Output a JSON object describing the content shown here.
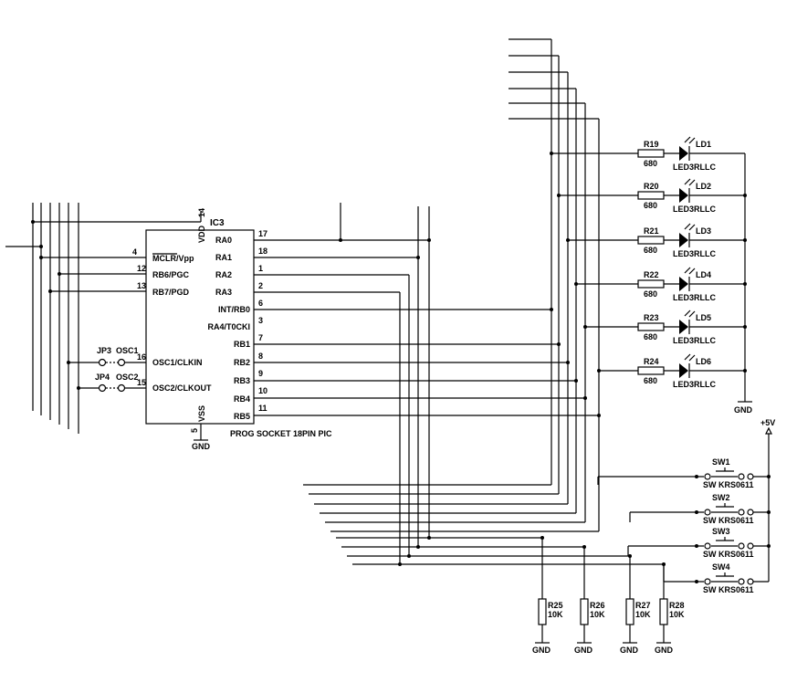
{
  "ic": {
    "ref": "IC3",
    "name": "PROG SOCKET 18PIN PIC",
    "vdd": "VDD",
    "vss": "VSS",
    "vdd_pin": "14",
    "vss_pin": "5",
    "gnd": "GND",
    "left_pins": [
      {
        "num": "4",
        "name": "MCLR/Vpp"
      },
      {
        "num": "12",
        "name": "RB6/PGC"
      },
      {
        "num": "13",
        "name": "RB7/PGD"
      },
      {
        "num": "16",
        "name": "OSC1/CLKIN"
      },
      {
        "num": "15",
        "name": "OSC2/CLKOUT"
      }
    ],
    "right_pins": [
      {
        "num": "17",
        "name": "RA0"
      },
      {
        "num": "18",
        "name": "RA1"
      },
      {
        "num": "1",
        "name": "RA2"
      },
      {
        "num": "2",
        "name": "RA3"
      },
      {
        "num": "6",
        "name": "INT/RB0"
      },
      {
        "num": "3",
        "name": "RA4/T0CKI"
      },
      {
        "num": "7",
        "name": "RB1"
      },
      {
        "num": "8",
        "name": "RB2"
      },
      {
        "num": "9",
        "name": "RB3"
      },
      {
        "num": "10",
        "name": "RB4"
      },
      {
        "num": "11",
        "name": "RB5"
      }
    ]
  },
  "jumpers": [
    {
      "ref": "JP3",
      "net": "OSC1"
    },
    {
      "ref": "JP4",
      "net": "OSC2"
    }
  ],
  "leds": [
    {
      "res": "R19",
      "value": "680",
      "ref": "LD1",
      "part": "LED3RLLC"
    },
    {
      "res": "R20",
      "value": "680",
      "ref": "LD2",
      "part": "LED3RLLC"
    },
    {
      "res": "R21",
      "value": "680",
      "ref": "LD3",
      "part": "LED3RLLC"
    },
    {
      "res": "R22",
      "value": "680",
      "ref": "LD4",
      "part": "LED3RLLC"
    },
    {
      "res": "R23",
      "value": "680",
      "ref": "LD5",
      "part": "LED3RLLC"
    },
    {
      "res": "R24",
      "value": "680",
      "ref": "LD6",
      "part": "LED3RLLC"
    }
  ],
  "led_gnd": "GND",
  "switches": [
    {
      "ref": "SW1",
      "part": "SW KRS0611"
    },
    {
      "ref": "SW2",
      "part": "SW KRS0611"
    },
    {
      "ref": "SW3",
      "part": "SW KRS0611"
    },
    {
      "ref": "SW4",
      "part": "SW KRS0611"
    }
  ],
  "supply": "+5V",
  "pulldowns": [
    {
      "ref": "R25",
      "value": "10K",
      "gnd": "GND"
    },
    {
      "ref": "R26",
      "value": "10K",
      "gnd": "GND"
    },
    {
      "ref": "R27",
      "value": "10K",
      "gnd": "GND"
    },
    {
      "ref": "R28",
      "value": "10K",
      "gnd": "GND"
    }
  ]
}
